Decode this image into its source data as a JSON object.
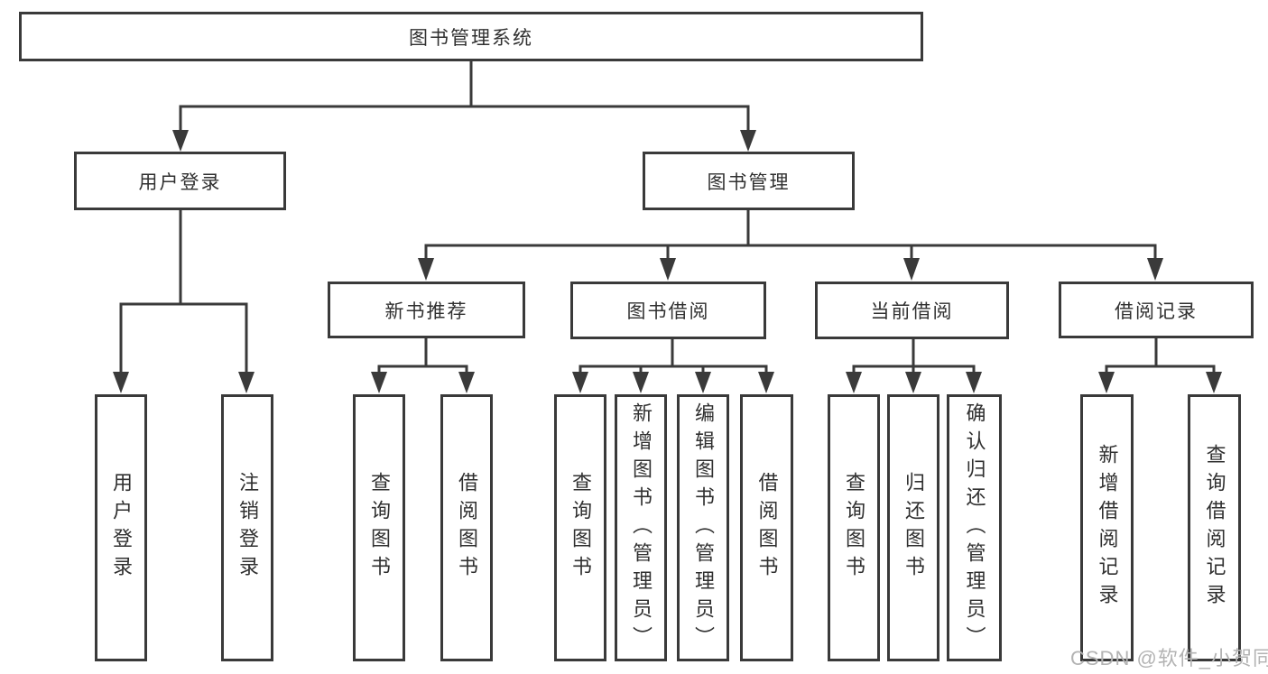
{
  "nodes": {
    "root": "图书管理系统",
    "login_branch": "用户登录",
    "book_mgmt": "图书管理",
    "new_book_rec": "新书推荐",
    "book_borrow": "图书借阅",
    "current_borrow": "当前借阅",
    "borrow_records": "借阅记录",
    "user_login": "用户登录",
    "logout": "注销登录",
    "query_books_1": "查询图书",
    "borrow_books_1": "借阅图书",
    "query_books_2": "查询图书",
    "add_books_admin": "新增图书（管理员）",
    "edit_books_admin": "编辑图书（管理员）",
    "borrow_books_2": "借阅图书",
    "query_books_3": "查询图书",
    "return_books": "归还图书",
    "confirm_return_admin": "确认归还（管理员）",
    "add_borrow_record": "新增借阅记录",
    "query_borrow_record": "查询借阅记录"
  },
  "watermark": "CSDN @软件_小贺同学",
  "colors": {
    "line": "#3a3a3a",
    "text": "#303030",
    "watermark": "#b3b3b3",
    "background": "#ffffff"
  }
}
